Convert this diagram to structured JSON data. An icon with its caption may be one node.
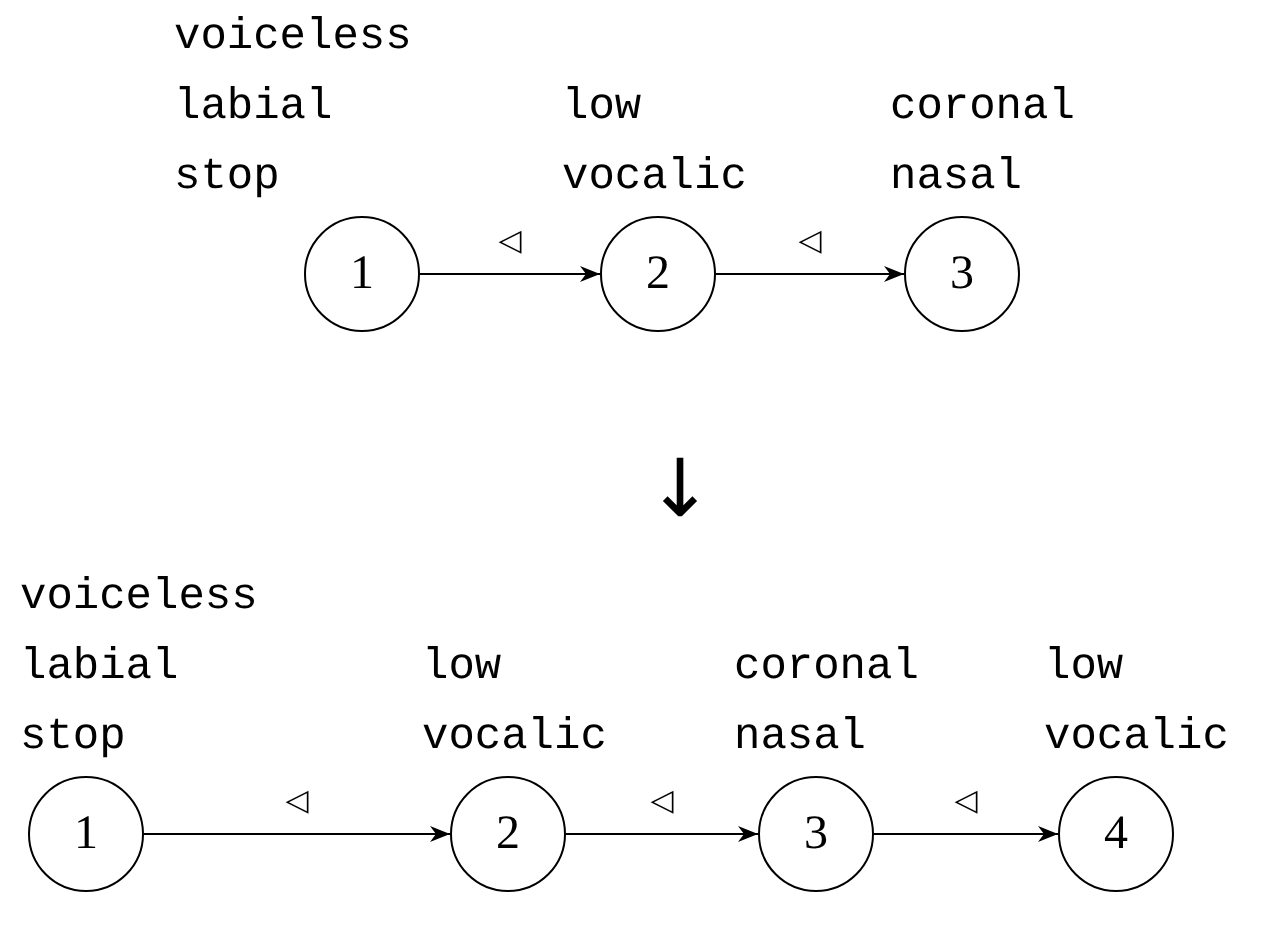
{
  "diagram": {
    "nodes": [
      {
        "text": [
          "1"
        ],
        "beside": [
          "voiceless labial stop"
        ]
      },
      {
        "text": [
          "2"
        ],
        "beside": [
          "low vocalic"
        ]
      },
      {
        "text": [
          "3"
        ],
        "beside": [
          "coronal nasal"
        ]
      },
      {
        "text": [
          "1"
        ],
        "beside": [
          "voiceless labial stop"
        ]
      },
      {
        "text": [
          "2"
        ],
        "beside": [
          "low vocalic"
        ]
      },
      {
        "text": [
          "3"
        ],
        "beside": [
          "coronal nasal"
        ]
      },
      {
        "text": [
          "4"
        ],
        "beside": [
          "low vocalic"
        ]
      }
    ],
    "edges": [
      {
        "from": 0,
        "to": 1,
        "arrow": "to",
        "label": "◁"
      },
      {
        "from": 1,
        "to": 2,
        "arrow": "to",
        "label": "◁"
      },
      {
        "from": 3,
        "to": 4,
        "arrow": "to",
        "label": "◁"
      },
      {
        "from": 4,
        "to": 5,
        "arrow": "to",
        "label": "◁"
      },
      {
        "from": 5,
        "to": 6,
        "arrow": "to",
        "label": "◁"
      }
    ],
    "labels": [
      "↓"
    ]
  }
}
